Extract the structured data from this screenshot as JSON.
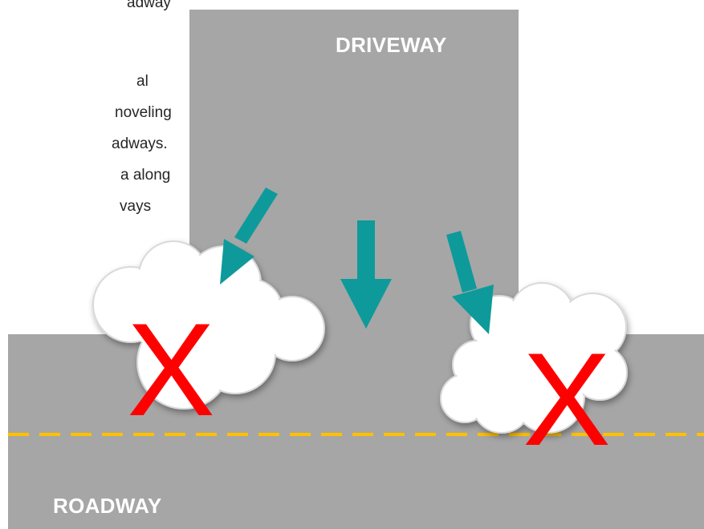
{
  "intro_text": {
    "line1": "adway",
    "line2": "al",
    "line3": "noveling",
    "line4": "adways.",
    "line5": "a along",
    "line6": "vays"
  },
  "labels": {
    "driveway": "DRIVEWAY",
    "roadway": "ROADWAY"
  },
  "marks": {
    "left_x": "X",
    "right_x": "X"
  },
  "colors": {
    "pavement": "#a6a6a6",
    "arrow": "#0e9a9a",
    "x_mark": "#ff0000",
    "center_line": "#ffc000",
    "snow": "#ffffff"
  },
  "icons": [
    "arrow-down-right",
    "arrow-down",
    "arrow-down-left",
    "snow-pile",
    "x-mark"
  ]
}
